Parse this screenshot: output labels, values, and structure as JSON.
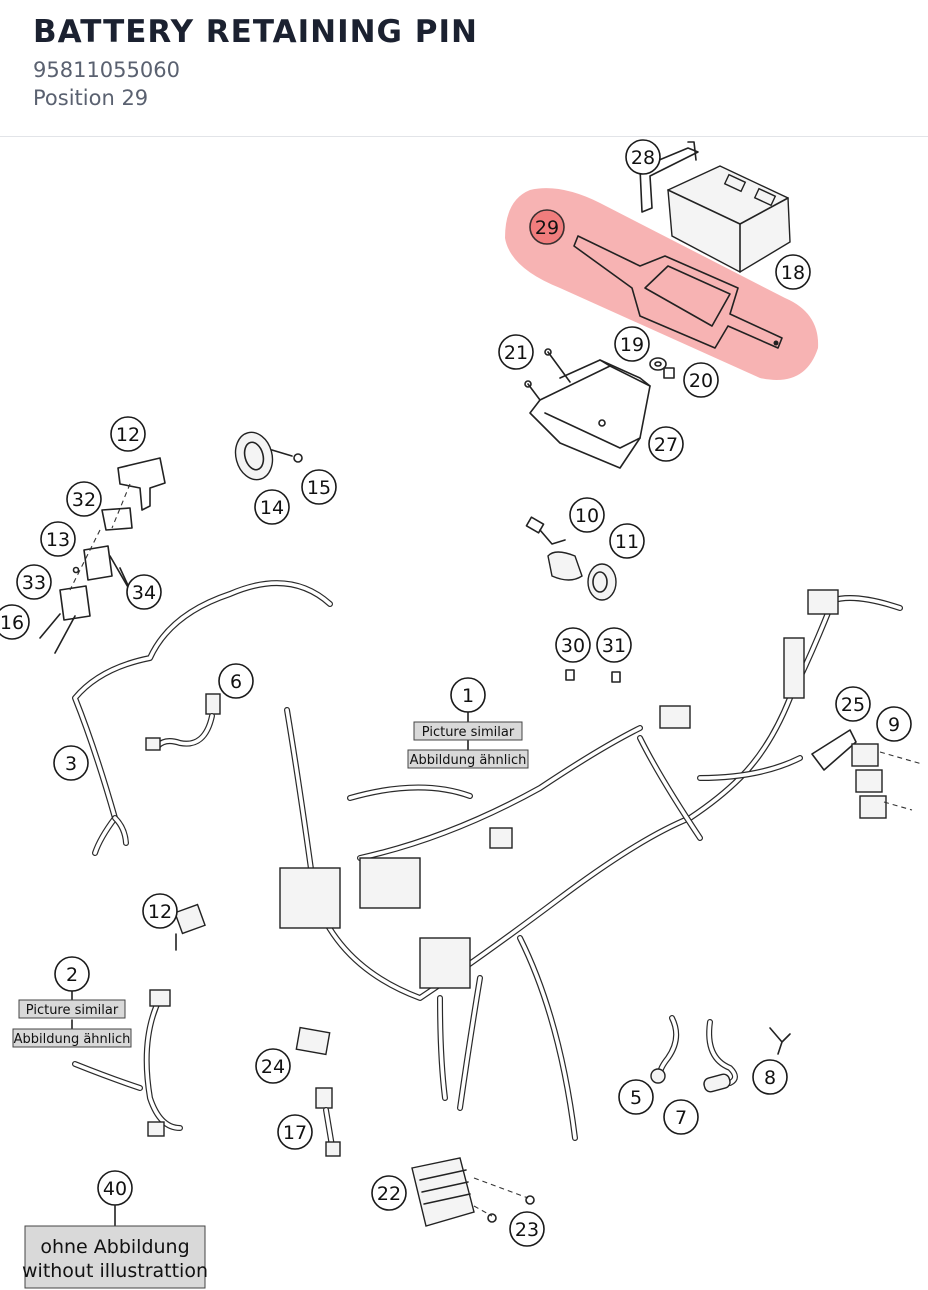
{
  "header": {
    "title": "BATTERY RETAINING PIN",
    "part_number": "95811055060",
    "position_label": "Position 29"
  },
  "diagram": {
    "highlight_color": "#f07474",
    "highlighted_callout": "29",
    "callouts": [
      {
        "id": "28",
        "label": "28"
      },
      {
        "id": "29",
        "label": "29"
      },
      {
        "id": "18",
        "label": "18"
      },
      {
        "id": "19",
        "label": "19"
      },
      {
        "id": "20",
        "label": "20"
      },
      {
        "id": "21",
        "label": "21"
      },
      {
        "id": "27",
        "label": "27"
      },
      {
        "id": "12a",
        "label": "12"
      },
      {
        "id": "32",
        "label": "32"
      },
      {
        "id": "13",
        "label": "13"
      },
      {
        "id": "33",
        "label": "33"
      },
      {
        "id": "16",
        "label": "16"
      },
      {
        "id": "34",
        "label": "34"
      },
      {
        "id": "14",
        "label": "14"
      },
      {
        "id": "15",
        "label": "15"
      },
      {
        "id": "10",
        "label": "10"
      },
      {
        "id": "11",
        "label": "11"
      },
      {
        "id": "30",
        "label": "30"
      },
      {
        "id": "31",
        "label": "31"
      },
      {
        "id": "6",
        "label": "6"
      },
      {
        "id": "1",
        "label": "1"
      },
      {
        "id": "25",
        "label": "25"
      },
      {
        "id": "9",
        "label": "9"
      },
      {
        "id": "3",
        "label": "3"
      },
      {
        "id": "12b",
        "label": "12"
      },
      {
        "id": "2",
        "label": "2"
      },
      {
        "id": "24",
        "label": "24"
      },
      {
        "id": "5",
        "label": "5"
      },
      {
        "id": "7",
        "label": "7"
      },
      {
        "id": "8",
        "label": "8"
      },
      {
        "id": "17",
        "label": "17"
      },
      {
        "id": "22",
        "label": "22"
      },
      {
        "id": "23",
        "label": "23"
      },
      {
        "id": "40",
        "label": "40"
      }
    ],
    "notes": {
      "picture_similar": "Picture similar",
      "abbildung_aehnlich": "Abbildung ähnlich",
      "ohne_abbildung": "ohne Abbildung",
      "without_illustration": "without illustrattion"
    }
  }
}
